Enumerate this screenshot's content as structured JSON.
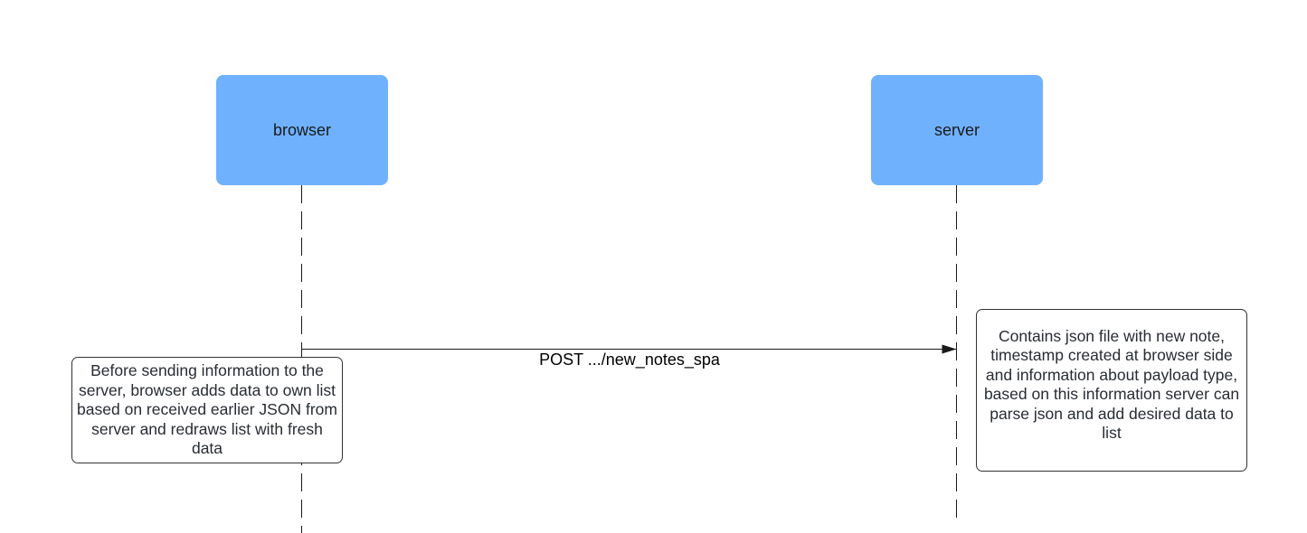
{
  "actors": {
    "browser": {
      "label": "browser"
    },
    "server": {
      "label": "server"
    }
  },
  "message": {
    "label": "POST .../new_notes_spa",
    "from": "browser",
    "to": "server"
  },
  "notes": {
    "browser_note": "Before sending information to the server, browser adds data to own list based on received earlier JSON from server and redraws list with fresh data",
    "server_note": "Contains json file with new note, timestamp created at browser side and information about payload type, based on this information server can parse json and add desired data to list"
  },
  "colors": {
    "actor_fill": "#6fb1fd",
    "line": "#1a1a1a",
    "note_border": "#333333"
  }
}
